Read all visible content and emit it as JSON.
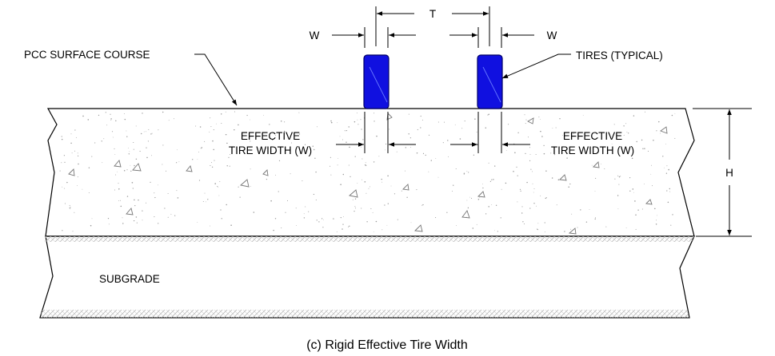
{
  "labels": {
    "dim_t": "T",
    "dim_w_left": "W",
    "dim_w_right": "W",
    "surface_course": "PCC SURFACE COURSE",
    "tires": "TIRES (TYPICAL)",
    "effective_left_1": "EFFECTIVE",
    "effective_left_2": "TIRE WIDTH (W)",
    "effective_right_1": "EFFECTIVE",
    "effective_right_2": "TIRE WIDTH (W)",
    "dim_h": "H",
    "subgrade": "SUBGRADE"
  },
  "caption": "(c) Rigid Effective Tire Width",
  "colors": {
    "tire_fill": "#1010e0",
    "tire_stroke": "#000066",
    "speckle": "#9a9a9a",
    "hatch": "#b8b8b8"
  }
}
